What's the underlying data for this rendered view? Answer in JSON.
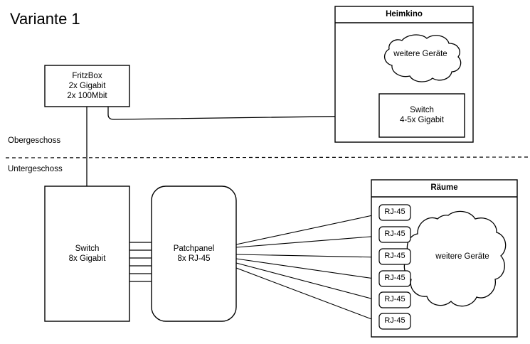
{
  "title": "Variante 1",
  "floors": {
    "upper_label": "Obergeschoss",
    "lower_label": "Untergeschoss",
    "divider_style": "dashed"
  },
  "colors": {
    "stroke": "#000000",
    "fill": "#ffffff",
    "text": "#000000",
    "background": "#ffffff"
  },
  "nodes": {
    "fritzbox": {
      "line1": "FritzBox",
      "line2": "2x Gigabit",
      "line3": "2x 100Mbit"
    },
    "switch_upper": {
      "line1": "Switch",
      "line2": "4-5x Gigabit"
    },
    "switch_lower": {
      "line1": "Switch",
      "line2": "8x Gigabit"
    },
    "patchpanel": {
      "line1": "Patchpanel",
      "line2": "8x RJ-45"
    }
  },
  "groups": {
    "heimkino": {
      "header": "Heimkino",
      "cloud": {
        "line1": "weitere",
        "line2": "Geräte"
      }
    },
    "raeume": {
      "header": "Räume",
      "cloud": {
        "line1": "weitere",
        "line2": "Geräte"
      },
      "ports": [
        {
          "label": "RJ-45"
        },
        {
          "label": "RJ-45"
        },
        {
          "label": "RJ-45"
        },
        {
          "label": "RJ-45"
        },
        {
          "label": "RJ-45"
        },
        {
          "label": "RJ-45"
        }
      ]
    }
  },
  "links": {
    "fritzbox_to_heimkino_switch": "curved",
    "fritzbox_to_lower_switch": "vertical",
    "switch_to_patchpanel_count": 6,
    "patchpanel_to_ports_count": 6
  }
}
